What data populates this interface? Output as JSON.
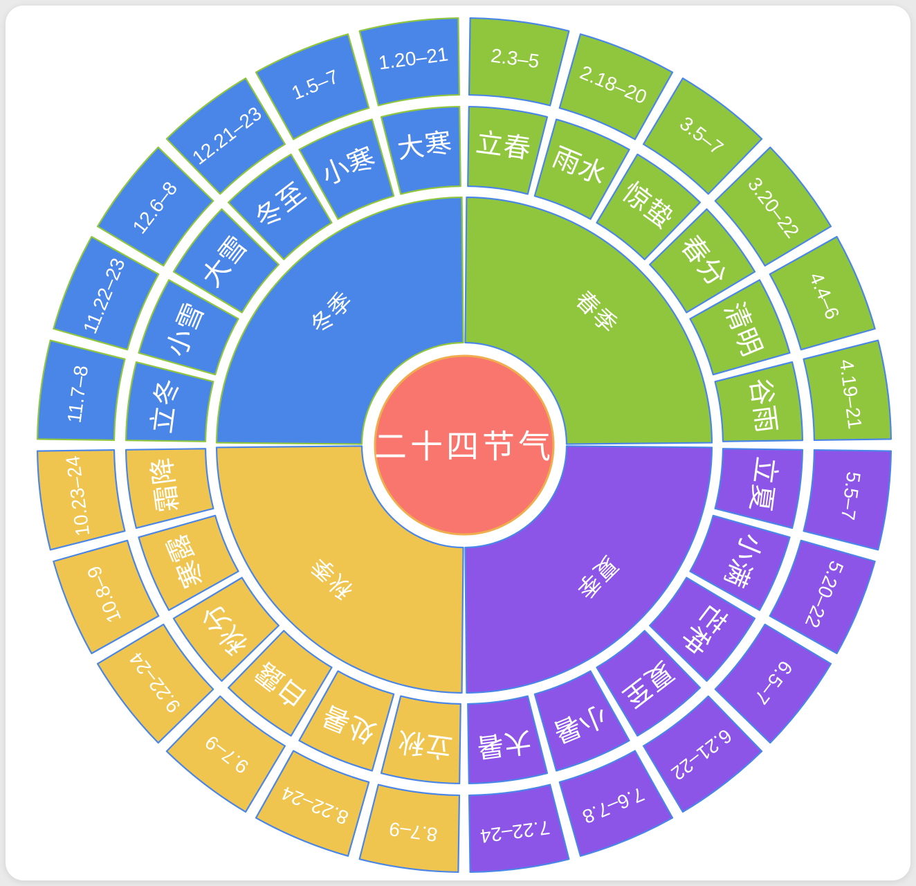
{
  "chart_data": {
    "type": "pie",
    "variant": "sunburst",
    "title": "二十四节气",
    "center_label": "二十四节气",
    "center_color": "#f8766d",
    "center_stroke": "#f0ad4e",
    "background": "#ffffff",
    "page_background": "#eaeaea",
    "label_color": "#ffffff",
    "rings": [
      "season",
      "solar_term",
      "date_range"
    ],
    "ring_radii": {
      "center": 129,
      "season_inner": 148,
      "season_outer": 358,
      "term_inner": 374,
      "term_outer": 489,
      "date_inner": 506,
      "date_outer": 617
    },
    "legend_position": "none",
    "grid": false,
    "seasons": [
      {
        "name": "春季",
        "color": "#8fc63d",
        "stroke": "#4a86e8",
        "start_angle": 180,
        "end_angle": 270,
        "terms": [
          {
            "name": "立春",
            "date": "2.3–5"
          },
          {
            "name": "雨水",
            "date": "2.18–20"
          },
          {
            "name": "惊蛰",
            "date": "3.5–7"
          },
          {
            "name": "春分",
            "date": "3.20–22"
          },
          {
            "name": "清明",
            "date": "4.4–6"
          },
          {
            "name": "谷雨",
            "date": "4.19–21"
          }
        ]
      },
      {
        "name": "夏季",
        "color": "#8c55e8",
        "stroke": "#4a86e8",
        "start_angle": 270,
        "end_angle": 360,
        "terms": [
          {
            "name": "立夏",
            "date": "5.5–7"
          },
          {
            "name": "小满",
            "date": "5.20–22"
          },
          {
            "name": "芒种",
            "date": "6.5–7"
          },
          {
            "name": "夏至",
            "date": "6.21–22"
          },
          {
            "name": "小暑",
            "date": "7.6–7.8"
          },
          {
            "name": "大暑",
            "date": "7.22–24"
          }
        ]
      },
      {
        "name": "秋季",
        "color": "#efc košice"
      }
    ],
    "seasons_full": [
      {
        "name": "春季",
        "color": "#8fc63d",
        "stroke": "#4a86e8",
        "terms": [
          {
            "name": "立春",
            "date": "2.3–5"
          },
          {
            "name": "雨水",
            "date": "2.18–20"
          },
          {
            "name": "惊蛰",
            "date": "3.5–7"
          },
          {
            "name": "春分",
            "date": "3.20–22"
          },
          {
            "name": "清明",
            "date": "4.4–6"
          },
          {
            "name": "谷雨",
            "date": "4.19–21"
          }
        ]
      },
      {
        "name": "夏季",
        "color": "#8c55e8",
        "stroke": "#4a86e8",
        "terms": [
          {
            "name": "立夏",
            "date": "5.5–7"
          },
          {
            "name": "小满",
            "date": "5.20–22"
          },
          {
            "name": "芒种",
            "date": "6.5–7"
          },
          {
            "name": "夏至",
            "date": "6.21–22"
          },
          {
            "name": "小暑",
            "date": "7.6–7.8"
          },
          {
            "name": "大暑",
            "date": "7.22–24"
          }
        ]
      },
      {
        "name": "秋季",
        "color": "#efc44f",
        "stroke": "#4a86e8",
        "terms": [
          {
            "name": "立秋",
            "date": "8.7–9"
          },
          {
            "name": "处暑",
            "date": "8.22–24"
          },
          {
            "name": "白露",
            "date": "9.7–9"
          },
          {
            "name": "秋分",
            "date": "9.22–24"
          },
          {
            "name": "寒露",
            "date": "10.8–9"
          },
          {
            "name": "霜降",
            "date": "10.23–24"
          }
        ]
      },
      {
        "name": "冬季",
        "color": "#4a86e8",
        "stroke": "#8fc63d",
        "terms": [
          {
            "name": "立冬",
            "date": "11.7–8"
          },
          {
            "name": "小雪",
            "date": "11.22–23"
          },
          {
            "name": "大雪",
            "date": "12.6–8"
          },
          {
            "name": "冬至",
            "date": "12.21–23"
          },
          {
            "name": "小寒",
            "date": "1.5–7"
          },
          {
            "name": "大寒",
            "date": "1.20–21"
          }
        ]
      }
    ]
  }
}
